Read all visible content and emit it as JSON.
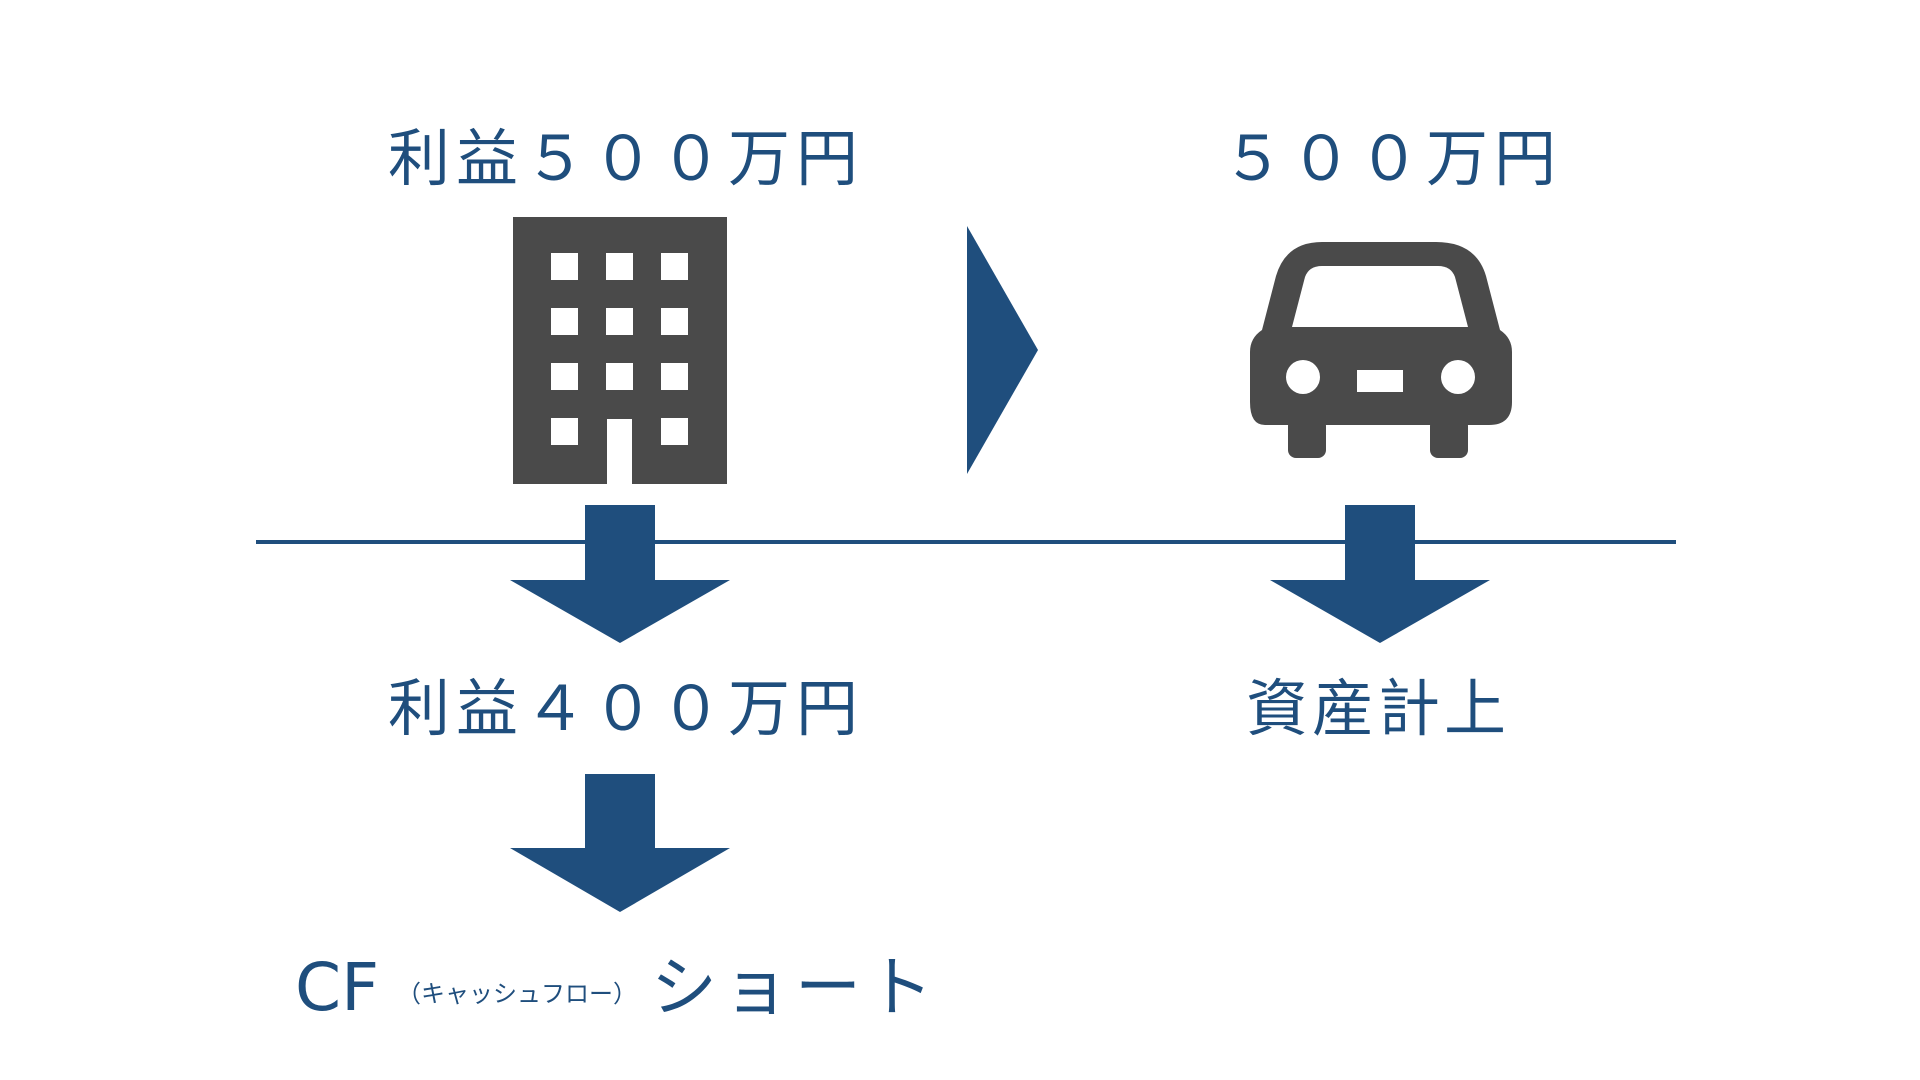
{
  "labels": {
    "profit_before": "利益５００万円",
    "purchase_amount": "５００万円",
    "profit_after": "利益４００万円",
    "asset": "資産計上",
    "cf_main": "CF",
    "cf_note": "（キャッシュフロー）",
    "cf_result": "ショート"
  },
  "icons": {
    "company": "building-icon",
    "asset": "car-icon",
    "flow": "arrow-right-icon",
    "down": "arrow-down-icon"
  },
  "colors": {
    "accent": "#1f4e7d",
    "icon": "#4a4a4a",
    "background": "#ffffff"
  }
}
